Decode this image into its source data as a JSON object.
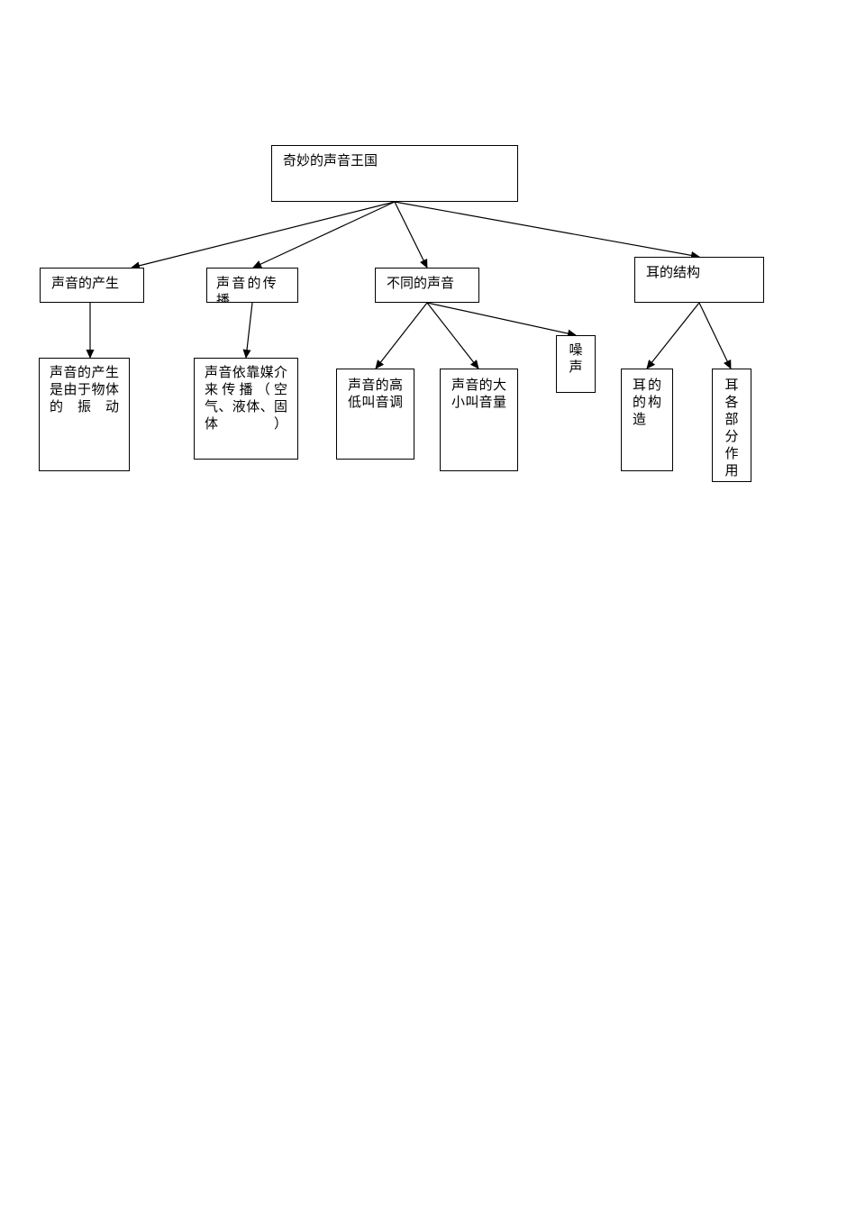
{
  "diagram": {
    "root": {
      "label": "奇妙的声音王国"
    },
    "branches": [
      {
        "label": "声音的产生",
        "children": [
          {
            "label": "声音的产生是由于物体的振动"
          }
        ]
      },
      {
        "label": "声音的传播",
        "children": [
          {
            "label": "声音依靠媒介来传播（空气、液体、固体）"
          }
        ]
      },
      {
        "label": "不同的声音",
        "children": [
          {
            "label": "声音的高低叫音调"
          },
          {
            "label": "声音的大小叫音量"
          },
          {
            "label": "噪声"
          }
        ]
      },
      {
        "label": "耳的结构",
        "children": [
          {
            "label": "耳的的构造"
          },
          {
            "label": "耳各部分作用"
          }
        ]
      }
    ]
  }
}
